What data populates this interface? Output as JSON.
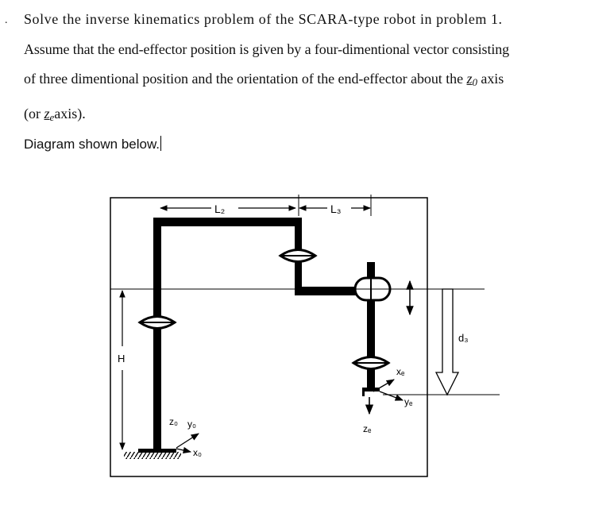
{
  "problem": {
    "bullet": ".",
    "line1": "Solve the inverse kinematics problem of the SCARA-type robot in problem 1.",
    "line2": "Assume that the end-effector position is given by a four-dimentional vector consisting",
    "line3_prefix": "of three dimentional position and the orientation of the end-effector about the",
    "line3_sym": "z",
    "line3_sub": "0",
    "line3_suffix": "axis",
    "line4_prefix": "(or",
    "line4_sym": "z",
    "line4_sub": "e",
    "line4_suffix": "axis).",
    "caption": "Diagram shown below."
  },
  "diagram": {
    "label_L2": "L₂",
    "label_L3": "L₃",
    "label_H": "H",
    "label_d3": "d₃",
    "label_z0": "z₀",
    "label_y0": "y₀",
    "label_x0": "x₀",
    "label_xe": "xₑ",
    "label_ye": "yₑ",
    "label_ze": "zₑ"
  }
}
